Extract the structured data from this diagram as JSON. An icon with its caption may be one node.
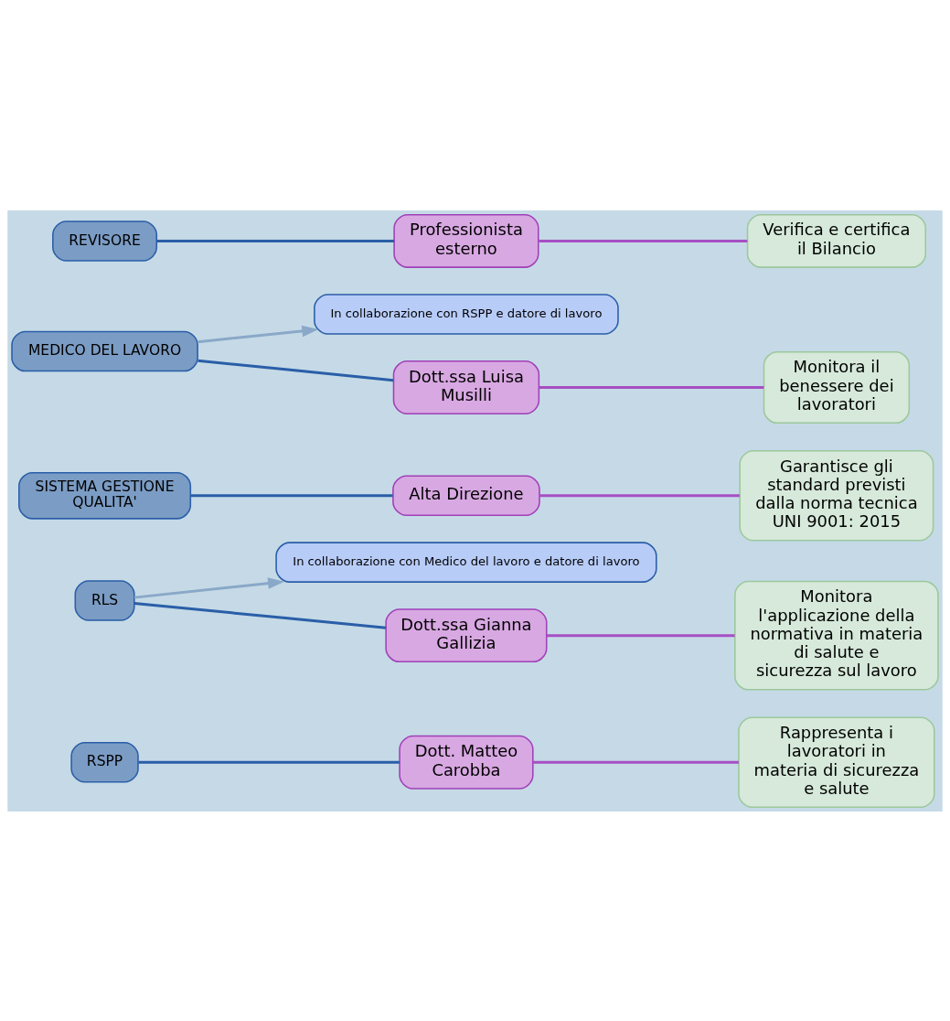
{
  "diagram": {
    "nodes": [
      {
        "text": [
          "REVISORE"
        ]
      },
      {
        "text": [
          "Professionista esterno"
        ]
      },
      {
        "text": [
          "Verifica e certifica il Bilancio"
        ]
      },
      {
        "text": [
          "MEDICO DEL LAVORO"
        ]
      },
      {
        "text": [
          "Dott.ssa Luisa Musilli"
        ]
      },
      {
        "text": [
          "Monitora il benessere dei lavoratori"
        ]
      },
      {
        "text": [
          "In collaborazione con RSPP e datore di lavoro"
        ]
      },
      {
        "text": [
          "SISTEMA GESTIONE QUALITA'"
        ]
      },
      {
        "text": [
          "Alta Direzione"
        ]
      },
      {
        "text": [
          "Garantisce gli standard previsti dalla norma tecnica UNI 9001: 2015"
        ]
      },
      {
        "text": [
          "RLS"
        ]
      },
      {
        "text": [
          "Dott.ssa Gianna Gallizia"
        ]
      },
      {
        "text": [
          "Monitora l'applicazione della normativa in materia di salute e sicurezza sul lavoro"
        ]
      },
      {
        "text": [
          "In collaborazione con Medico del lavoro e datore di lavoro"
        ]
      },
      {
        "text": [
          "RSPP"
        ]
      },
      {
        "text": [
          "Dott. Matteo Carobba"
        ]
      },
      {
        "text": [
          "Rappresenta i lavoratori in materia di sicurezza e salute"
        ]
      }
    ],
    "edges": [
      {
        "from": 0,
        "to": 1,
        "arrow": "none",
        "color": "#2a5ea8"
      },
      {
        "from": 1,
        "to": 2,
        "arrow": "none",
        "color": "#a64fc4"
      },
      {
        "from": 3,
        "to": 4,
        "arrow": "none",
        "color": "#2a5ea8"
      },
      {
        "from": 4,
        "to": 5,
        "arrow": "none",
        "color": "#a64fc4"
      },
      {
        "from": 3,
        "to": 6,
        "arrow": "to",
        "color": "#8aa8c8"
      },
      {
        "from": 7,
        "to": 8,
        "arrow": "none",
        "color": "#2a5ea8"
      },
      {
        "from": 8,
        "to": 9,
        "arrow": "none",
        "color": "#a64fc4"
      },
      {
        "from": 10,
        "to": 11,
        "arrow": "none",
        "color": "#2a5ea8"
      },
      {
        "from": 11,
        "to": 12,
        "arrow": "none",
        "color": "#a64fc4"
      },
      {
        "from": 10,
        "to": 13,
        "arrow": "to",
        "color": "#8aa8c8"
      },
      {
        "from": 14,
        "to": 15,
        "arrow": "none",
        "color": "#2a5ea8"
      },
      {
        "from": 15,
        "to": 16,
        "arrow": "none",
        "color": "#a64fc4"
      }
    ]
  }
}
